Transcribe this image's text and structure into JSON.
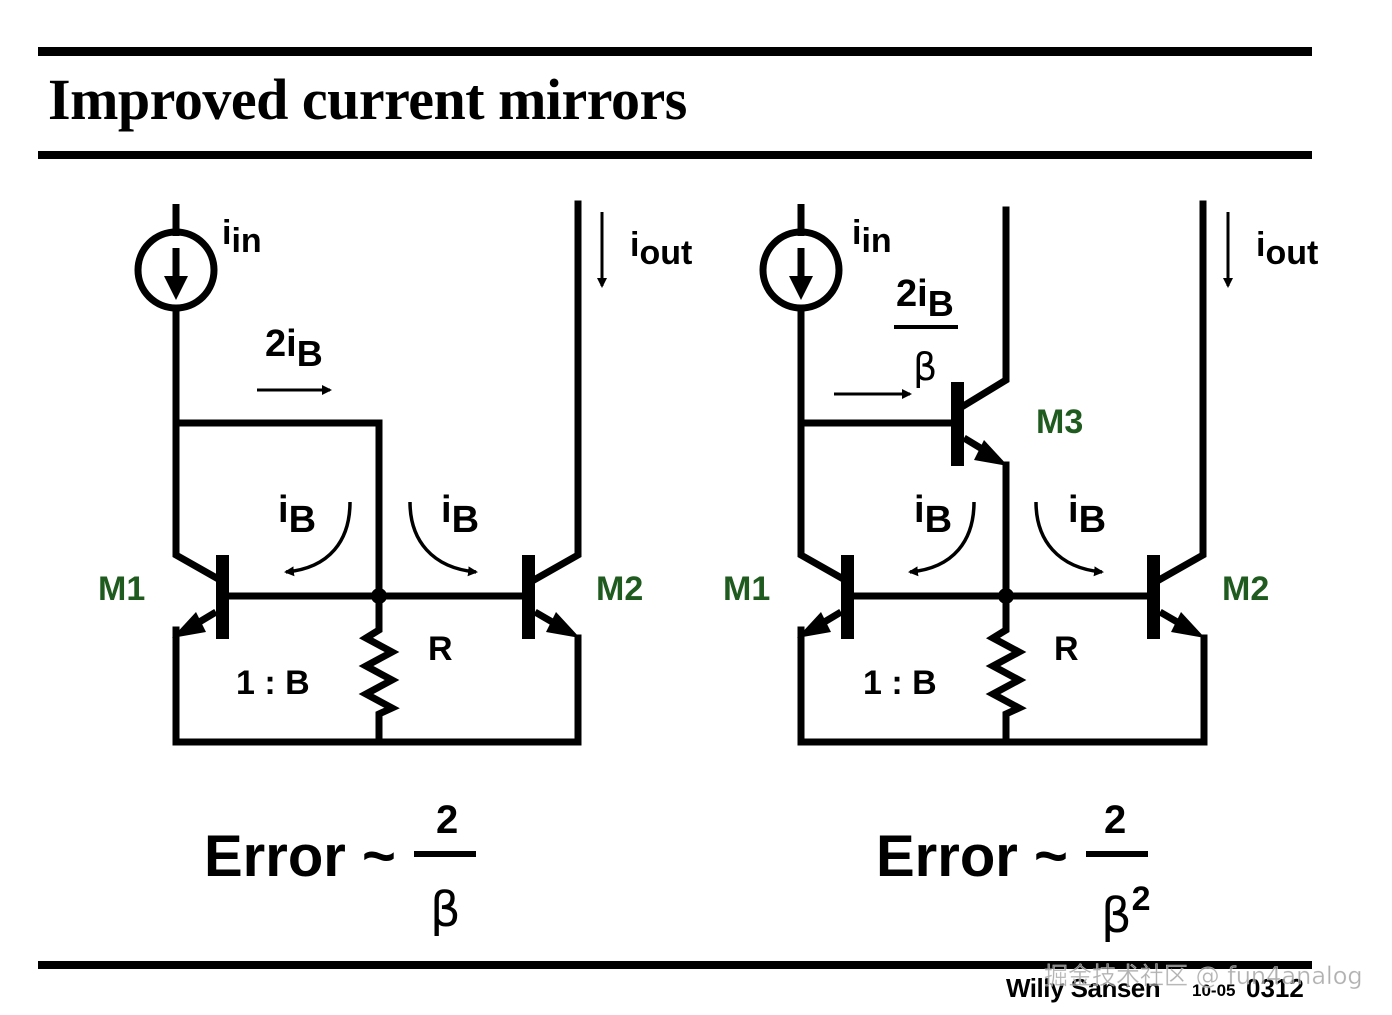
{
  "slide": {
    "title": "Improved current mirrors",
    "footer": {
      "author": "Willy Sansen",
      "date_code": "10-05",
      "slide_number": "0312"
    },
    "watermark": "掘金技术社区 @ fun4analog"
  },
  "colors": {
    "line": "#000000",
    "transistor_label": "#1f5a1f",
    "background": "#ffffff"
  },
  "circuits": [
    {
      "id": "left",
      "input_current_label": {
        "main": "i",
        "sub": "in"
      },
      "output_current_label": {
        "main": "i",
        "sub": "out"
      },
      "branch_current_label": {
        "main": "2i",
        "sub": "B"
      },
      "base_current_labels": [
        {
          "main": "i",
          "sub": "B"
        },
        {
          "main": "i",
          "sub": "B"
        }
      ],
      "transistors": [
        "M1",
        "M2"
      ],
      "ratio_label": "1 : B",
      "resistor_label": "R",
      "error_formula": {
        "prefix": "Error ~",
        "numerator": "2",
        "denominator": "β",
        "exponent": ""
      }
    },
    {
      "id": "right",
      "input_current_label": {
        "main": "i",
        "sub": "in"
      },
      "output_current_label": {
        "main": "i",
        "sub": "out"
      },
      "branch_current_label": {
        "main": "2i",
        "sub": "B",
        "denominator": "β"
      },
      "base_current_labels": [
        {
          "main": "i",
          "sub": "B"
        },
        {
          "main": "i",
          "sub": "B"
        }
      ],
      "transistors": [
        "M1",
        "M2",
        "M3"
      ],
      "ratio_label": "1 : B",
      "resistor_label": "R",
      "error_formula": {
        "prefix": "Error ~",
        "numerator": "2",
        "denominator": "β",
        "exponent": "2"
      }
    }
  ]
}
